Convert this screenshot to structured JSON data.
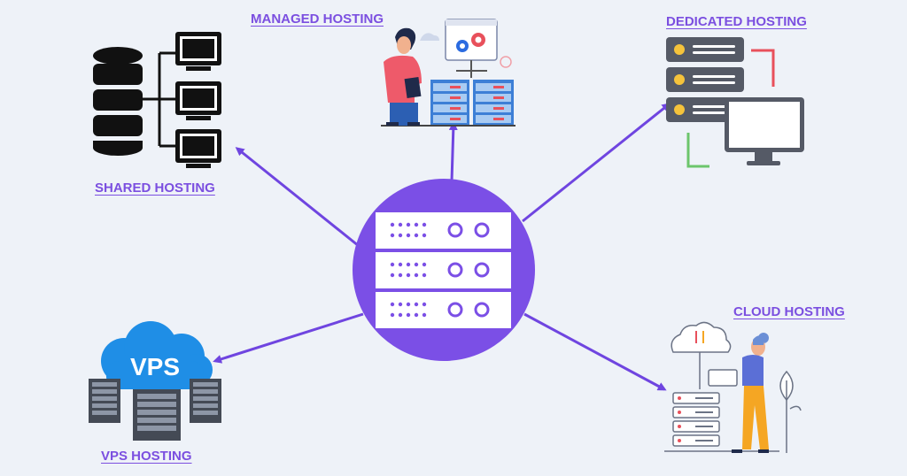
{
  "colors": {
    "accent": "#6f45e0",
    "label": "#7b4fe0",
    "background": "#eef2f8",
    "server_center": "#7b4fe6"
  },
  "labels": {
    "managed": "MANAGED HOSTING",
    "dedicated": "DEDICATED HOSTING",
    "shared": "SHARED HOSTING",
    "cloud": "CLOUD HOSTING",
    "vps": "VPS HOSTING"
  },
  "vps_cloud_text": "VPS",
  "icons": {
    "center": "server-rack-icon",
    "shared": "database-network-icon",
    "managed": "person-server-icon",
    "dedicated": "server-monitor-icon",
    "cloud": "cloud-server-person-icon",
    "vps": "vps-cloud-server-icon"
  }
}
